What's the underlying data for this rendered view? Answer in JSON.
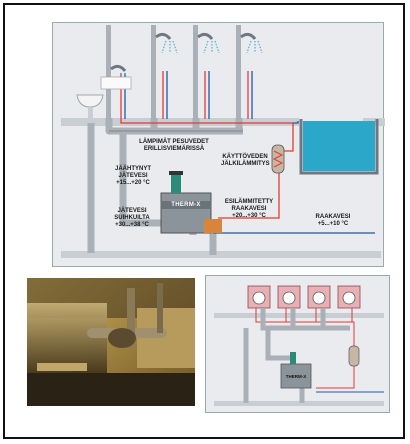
{
  "main": {
    "brand_label": "THERM-X",
    "labels": {
      "warm_wash": "LÄMPIMÄT PESUVEDET\nERILLISVIEMÄRISSÄ",
      "cooled_waste": "JÄÄHTYNYT\nJÄTEVESI\n+15...+20 °C",
      "hot_waste": "JÄTEVESI\nSUIHKUILTA\n+30...+38 °C",
      "boiler": "KÄYTTÖVEDEN\nJÄLKILÄMMITYS",
      "preheated": "ESILÄMMITETTY\nRAAKAVESI\n+20...+30 °C",
      "raw_water": "RAAKAVESI\n+5...+10 °C"
    }
  },
  "schematic": {
    "unit_label": "THERM-X"
  },
  "colors": {
    "panel_bg": "#e9ebee",
    "pipe_gray": "#a9b0b7",
    "hot_red": "#e53935",
    "cold_blue": "#1e5aa8",
    "water": "#2aa7c9",
    "washer_pink": "#e8b0b4"
  }
}
